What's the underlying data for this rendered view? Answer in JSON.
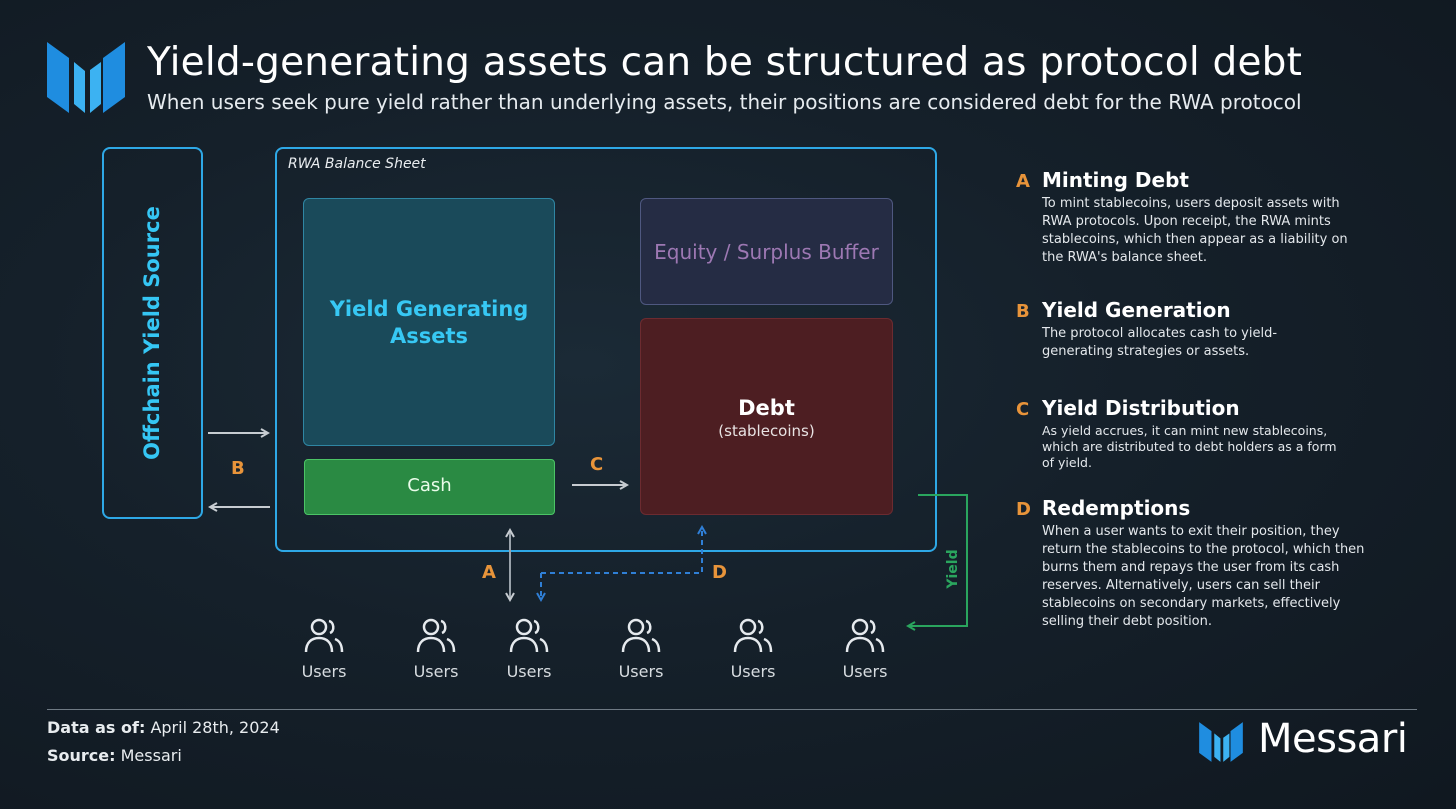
{
  "header": {
    "title": "Yield-generating assets can be structured as protocol debt",
    "subtitle": "When users seek pure yield rather than underlying assets, their positions are considered debt for the RWA protocol",
    "logo_icon": "messari-logo-icon"
  },
  "diagram": {
    "offchain_label": "Offchain Yield Source",
    "balance_sheet_label": "RWA Balance Sheet",
    "yield_generating_assets": "Yield Generating Assets",
    "cash": "Cash",
    "equity": "Equity / Surplus Buffer",
    "debt": "Debt",
    "debt_sub": "(stablecoins)",
    "letters": {
      "a": "A",
      "b": "B",
      "c": "C",
      "d": "D"
    },
    "yield_label": "Yield",
    "users": [
      "Users",
      "Users",
      "Users",
      "Users",
      "Users",
      "Users"
    ],
    "colors": {
      "border_blue": "#2ea8e6",
      "label_cyan": "#35c6f4",
      "cash_green": "#2a8a43",
      "debt_red": "#4d1e22",
      "equity_purple": "#9d78b3",
      "letter_orange": "#e8943a",
      "yield_green": "#2aa55e",
      "dashed_blue": "#2f7fd6"
    }
  },
  "steps": [
    {
      "letter": "A",
      "heading": "Minting Debt",
      "desc": "To mint stablecoins, users deposit assets with RWA protocols. Upon receipt, the RWA mints stablecoins, which then appear as a liability on the RWA's balance sheet."
    },
    {
      "letter": "B",
      "heading": "Yield Generation",
      "desc": "The protocol allocates cash to yield-generating strategies or assets."
    },
    {
      "letter": "C",
      "heading": "Yield Distribution",
      "desc": "As yield accrues, it can mint new stablecoins, which are distributed to debt holders as a form of yield."
    },
    {
      "letter": "D",
      "heading": "Redemptions",
      "desc": "When a user wants to exit their position, they return the stablecoins to the protocol, which then burns them and repays the user from its cash reserves. Alternatively, users can sell their stablecoins on secondary markets, effectively selling their debt position."
    }
  ],
  "footer": {
    "data_as_of_label": "Data as of:",
    "data_as_of_value": "April 28th, 2024",
    "source_label": "Source:",
    "source_value": "Messari",
    "brand": "Messari"
  }
}
